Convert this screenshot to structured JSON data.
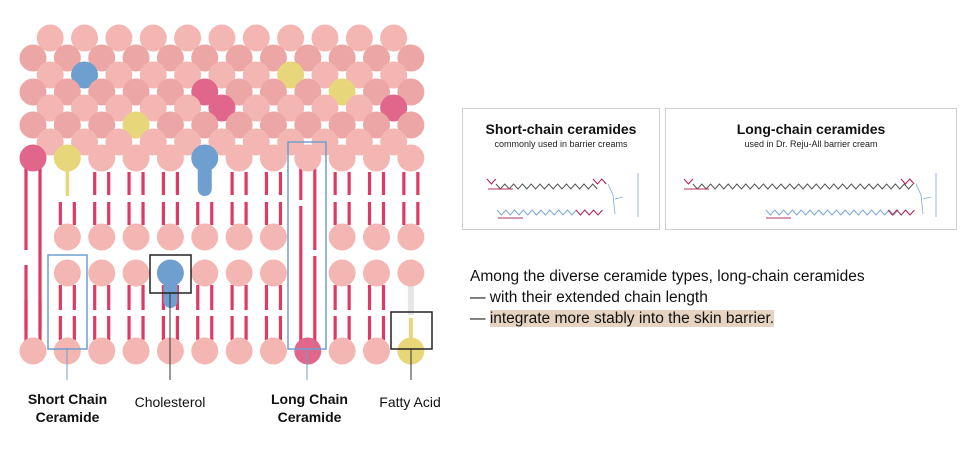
{
  "labels": {
    "short_chain": "Short Chain Ceramide",
    "cholesterol": "Cholesterol",
    "long_chain": "Long Chain Ceramide",
    "fatty_acid": "Fatty Acid"
  },
  "cards": [
    {
      "title": "Short-chain ceramides",
      "subtitle": "commonly used in barrier creams"
    },
    {
      "title": "Long-chain ceramides",
      "subtitle": "used in Dr. Reju-All barrier cream"
    }
  ],
  "description": {
    "line1": "Among the diverse ceramide types, long-chain ceramides",
    "line2": "— with their extended chain length",
    "line3_prefix": "— ",
    "line3_highlight": "integrate more stably into the skin barrier."
  },
  "colors": {
    "pink": "#f4b6b3",
    "pink_dark": "#eca6a5",
    "magenta": "#e0668c",
    "blue": "#6f9fce",
    "yellow": "#e8d77a",
    "chain": "#df3a64",
    "box_blue": "#6f9fce"
  }
}
